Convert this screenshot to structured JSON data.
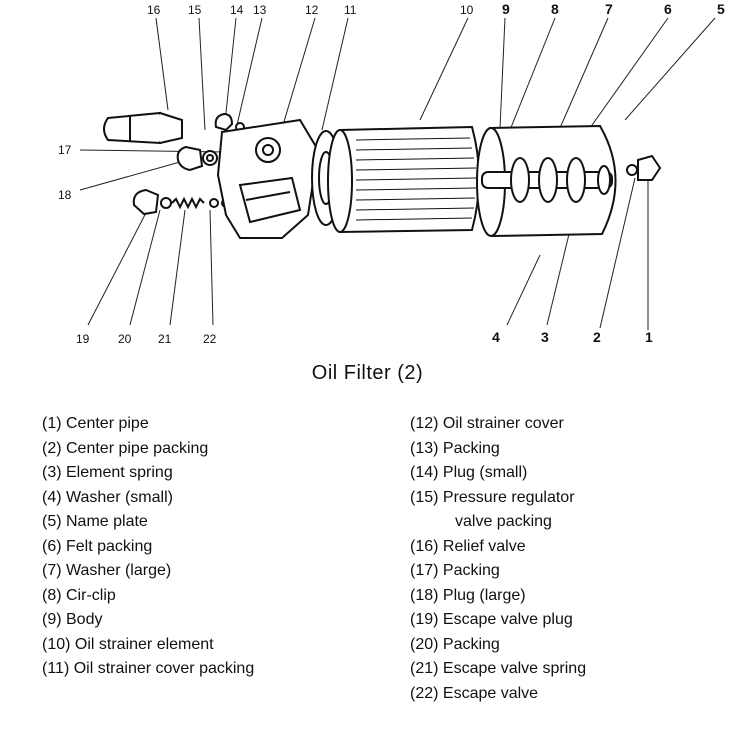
{
  "figure": {
    "callouts": [
      "1",
      "2",
      "3",
      "4",
      "5",
      "6",
      "7",
      "8",
      "9",
      "10",
      "11",
      "12",
      "13",
      "14",
      "15",
      "16",
      "17",
      "18",
      "19",
      "20",
      "21",
      "22"
    ]
  },
  "caption": "Oil Filter (2)",
  "legend_left": [
    "(1) Center pipe",
    "(2) Center pipe packing",
    "(3) Element spring",
    "(4) Washer (small)",
    "(5) Name plate",
    "(6) Felt packing",
    "(7) Washer (large)",
    "(8) Cir-clip",
    "(9) Body",
    "(10) Oil strainer element",
    "(11) Oil strainer cover packing"
  ],
  "legend_right": [
    "(12) Oil strainer cover",
    "(13) Packing",
    "(14) Plug (small)",
    "(15) Pressure regulator",
    "valve packing",
    "(16) Relief valve",
    "(17) Packing",
    "(18) Plug (large)",
    "(19) Escape valve plug",
    "(20) Packing",
    "(21) Escape valve spring",
    "(22) Escape valve"
  ]
}
